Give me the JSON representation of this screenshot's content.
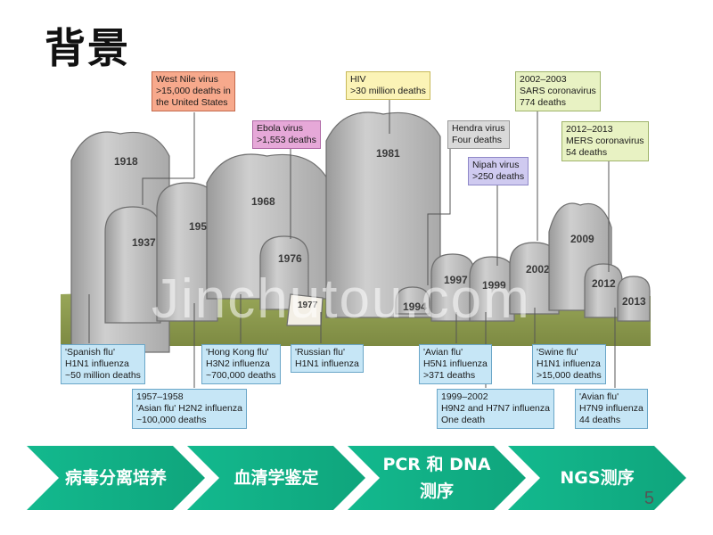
{
  "title": "背景",
  "page_number": "5",
  "watermark": "Jinchutou.com",
  "tombstones": [
    {
      "year": "1918"
    },
    {
      "year": "1937"
    },
    {
      "year": "1957"
    },
    {
      "year": "1968"
    },
    {
      "year": "1976"
    },
    {
      "year": "1977"
    },
    {
      "year": "1981"
    },
    {
      "year": "1994"
    },
    {
      "year": "1997"
    },
    {
      "year": "1999"
    },
    {
      "year": "2002"
    },
    {
      "year": "2009"
    },
    {
      "year": "2012"
    },
    {
      "year": "2013"
    }
  ],
  "labels": {
    "west_nile": [
      "West Nile virus",
      ">15,000 deaths in",
      "the United States"
    ],
    "hiv": [
      "HIV",
      ">30 million deaths"
    ],
    "sars": [
      "2002–2003",
      "SARS coronavirus",
      "774 deaths"
    ],
    "ebola": [
      "Ebola virus",
      ">1,553 deaths"
    ],
    "hendra": [
      "Hendra virus",
      "Four deaths"
    ],
    "mers": [
      "2012–2013",
      "MERS coronavirus",
      "54 deaths"
    ],
    "nipah": [
      "Nipah virus",
      ">250 deaths"
    ],
    "spanish": [
      "'Spanish flu'",
      "H1N1 influenza",
      "~50 million deaths"
    ],
    "hongkong": [
      "'Hong Kong flu'",
      "H3N2 influenza",
      "~700,000 deaths"
    ],
    "russian": [
      "'Russian flu'",
      "H1N1 influenza"
    ],
    "avian1997": [
      "'Avian flu'",
      "H5N1 influenza",
      ">371 deaths"
    ],
    "swine": [
      "'Swine flu'",
      "H1N1 influenza",
      ">15,000 deaths"
    ],
    "asian": [
      "1957–1958",
      "'Asian flu' H2N2 influenza",
      "~100,000 deaths"
    ],
    "h9n2": [
      "1999–2002",
      "H9N2 and H7N7 influenza",
      "One death"
    ],
    "avian2013": [
      "'Avian flu'",
      "H7N9 influenza",
      "44 deaths"
    ]
  },
  "steps": [
    {
      "label": "病毒分离培养"
    },
    {
      "label": "血清学鉴定"
    },
    {
      "label": "PCR 和 DNA测序"
    },
    {
      "label": "NGS测序"
    }
  ],
  "colors": {
    "arrow": "#13b98e",
    "stone": "#b8b8b8",
    "grass": "#8c9b4e"
  }
}
